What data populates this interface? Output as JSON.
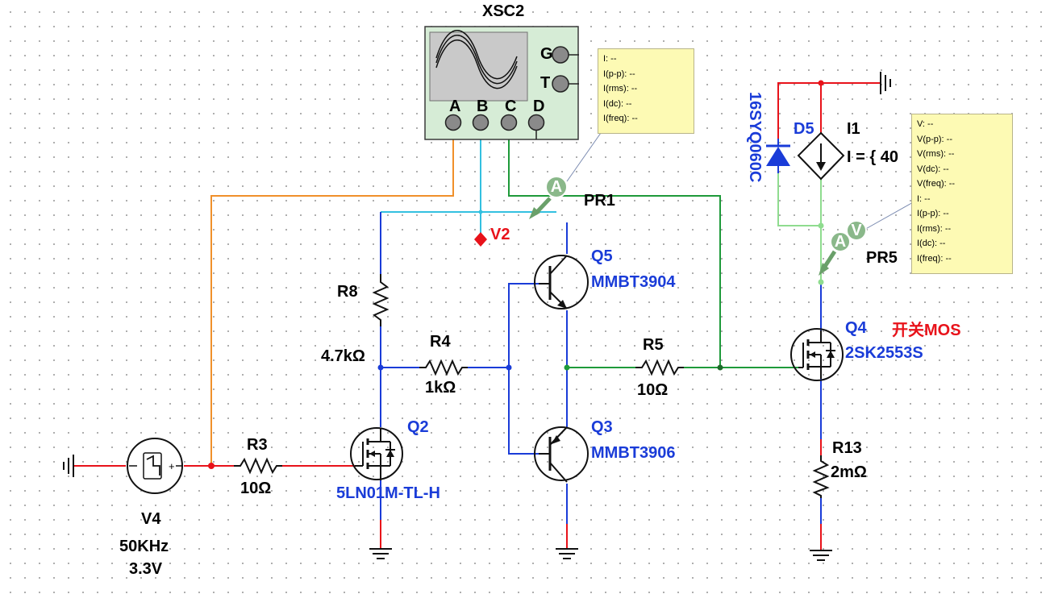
{
  "oscilloscope": {
    "name": "XSC2",
    "ports": {
      "g": "G",
      "t": "T",
      "a": "A",
      "b": "B",
      "c": "C",
      "d": "D"
    }
  },
  "probe_pr1": {
    "name": "PR1",
    "readings": [
      "I: --",
      "I(p-p): --",
      "I(rms): --",
      "I(dc): --",
      "I(freq): --"
    ]
  },
  "probe_pr5": {
    "name": "PR5",
    "readings": [
      "V: --",
      "V(p-p): --",
      "V(rms): --",
      "V(dc): --",
      "V(freq): --",
      "I: --",
      "I(p-p): --",
      "I(rms): --",
      "I(dc): --",
      "I(freq): --"
    ]
  },
  "probe_glyphs": {
    "ammeter": "A",
    "voltmeter": "V"
  },
  "net_v2": "V2",
  "components": {
    "r8": {
      "ref": "R8",
      "value": "4.7kΩ"
    },
    "r4": {
      "ref": "R4",
      "value": "1kΩ"
    },
    "r5": {
      "ref": "R5",
      "value": "10Ω"
    },
    "r3": {
      "ref": "R3",
      "value": "10Ω"
    },
    "r13": {
      "ref": "R13",
      "value": "2mΩ"
    },
    "q5": {
      "ref": "Q5",
      "part": "MMBT3904"
    },
    "q3": {
      "ref": "Q3",
      "part": "MMBT3906"
    },
    "q2": {
      "ref": "Q2",
      "part": "5LN01M-TL-H"
    },
    "q4": {
      "ref": "Q4",
      "part": "2SK2553S",
      "note": "开关MOS"
    },
    "d5": {
      "ref": "D5",
      "part": "16SYQ060C"
    },
    "i1": {
      "ref": "I1",
      "value": "I = { 40"
    },
    "v4": {
      "ref": "V4",
      "freq": "50KHz",
      "amplitude": "3.3V"
    }
  },
  "colors": {
    "wire_blue": "#1a3cd8",
    "wire_red": "#e8121a",
    "wire_green": "#1e9a3a",
    "wire_light_green": "#8fdc8f",
    "wire_cyan": "#33c0e0",
    "wire_orange": "#f0902a",
    "label_blue": "#1a3cd8",
    "probe_box": "#fdfab4"
  }
}
